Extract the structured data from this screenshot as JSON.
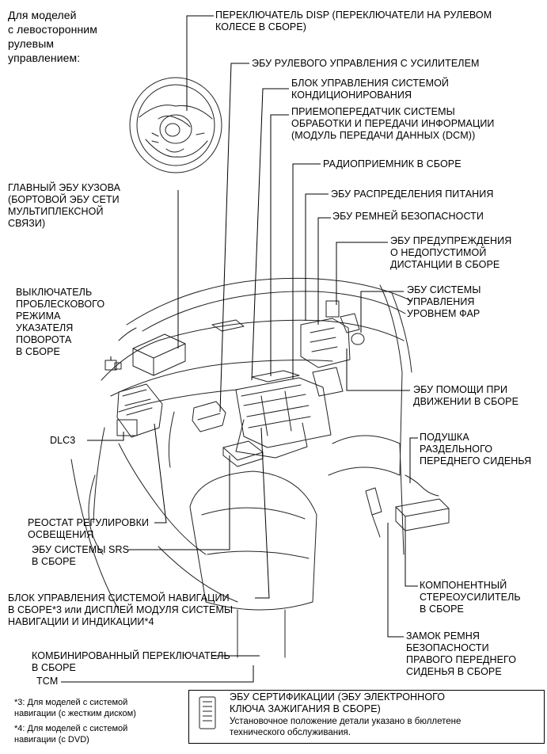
{
  "models_header": "Для моделей\nс левосторонним\nрулевым\nуправлением:",
  "labels": {
    "disp_switch": "ПЕРЕКЛЮЧАТЕЛЬ DISP (ПЕРЕКЛЮЧАТЕЛИ НА РУЛЕВОМ\nКОЛЕСЕ В СБОРЕ)",
    "power_steering_ecu": "ЭБУ РУЛЕВОГО УПРАВЛЕНИЯ С УСИЛИТЕЛЕМ",
    "ac_control": "БЛОК УПРАВЛЕНИЯ СИСТЕМОЙ\nКОНДИЦИОНИРОВАНИЯ",
    "dcm": "ПРИЕМОПЕРЕДАТЧИК СИСТЕМЫ\nОБРАБОТКИ И ПЕРЕДАЧИ ИНФОРМАЦИИ\n(МОДУЛЬ ПЕРЕДАЧИ ДАННЫХ (DCM))",
    "radio": "РАДИОПРИЕМНИК В СБОРЕ",
    "power_dist_ecu": "ЭБУ РАСПРЕДЕЛЕНИЯ ПИТАНИЯ",
    "seatbelt_ecu": "ЭБУ РЕМНЕЙ БЕЗОПАСНОСТИ",
    "distance_warning": "ЭБУ ПРЕДУПРЕЖДЕНИЯ\nО НЕДОПУСТИМОЙ\nДИСТАНЦИИ В СБОРЕ",
    "headlight_level": "ЭБУ СИСТЕМЫ\nУПРАВЛЕНИЯ\nУРОВНЕМ ФАР",
    "driving_support": "ЭБУ ПОМОЩИ ПРИ\nДВИЖЕНИИ В СБОРЕ",
    "separate_seat_cushion": "ПОДУШКА\nРАЗДЕЛЬНОГО\nПЕРЕДНЕГО СИДЕНЬЯ",
    "stereo_amp": "КОМПОНЕНТНЫЙ\nСТЕРЕОУСИЛИТЕЛЬ\nВ СБОРЕ",
    "seatbelt_buckle": "ЗАМОК РЕМНЯ\nБЕЗОПАСНОСТИ\nПРАВОГО ПЕРЕДНЕГО\nСИДЕНЬЯ В СБОРЕ",
    "main_body_ecu": "ГЛАВНЫЙ ЭБУ КУЗОВА\n(БОРТОВОЙ ЭБУ СЕТИ\nМУЛЬТИПЛЕКСНОЙ\nСВЯЗИ)",
    "hazard_switch": "ВЫКЛЮЧАТЕЛЬ\nПРОБЛЕСКОВОГО\nРЕЖИМА\nУКАЗАТЕЛЯ\nПОВОРОТА\nВ СБОРЕ",
    "dlc3": "DLC3",
    "rheostat": "РЕОСТАТ РЕГУЛИРОВКИ\nОСВЕЩЕНИЯ",
    "srs_ecu": "ЭБУ СИСТЕМЫ SRS\nВ СБОРЕ",
    "nav_control": "БЛОК УПРАВЛЕНИЯ СИСТЕМОЙ НАВИГАЦИИ\nВ СБОРЕ*3 или ДИСПЛЕЙ МОДУЛЯ СИСТЕМЫ\nНАВИГАЦИИ И ИНДИКАЦИИ*4",
    "combo_switch": "КОМБИНИРОВАННЫЙ ПЕРЕКЛЮЧАТЕЛЬ\nВ СБОРЕ",
    "tcm": "TCM"
  },
  "footnotes": {
    "note3": "*3: Для моделей с системой\nнавигации (с жестким диском)",
    "note4": "*4: Для моделей с системой\nнавигации (с DVD)"
  },
  "cert_box": {
    "title": "ЭБУ СЕРТИФИКАЦИИ (ЭБУ ЭЛЕКТРОННОГО\nКЛЮЧА ЗАЖИГАНИЯ В СБОРЕ)",
    "note": "Установочное положение детали указано в бюллетене\nтехнического обслуживания."
  }
}
